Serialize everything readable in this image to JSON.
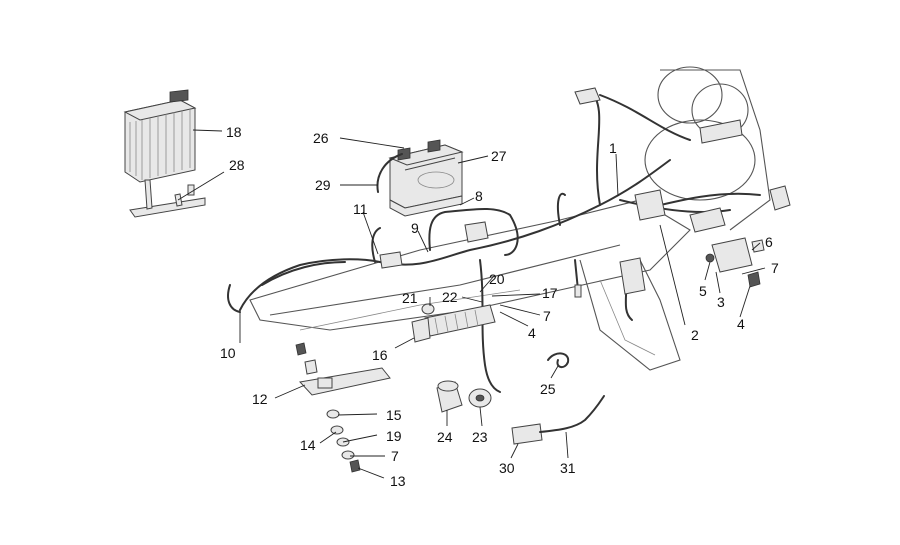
{
  "labels": [
    {
      "id": "1",
      "text": "1"
    },
    {
      "id": "2",
      "text": "2"
    },
    {
      "id": "3",
      "text": "3"
    },
    {
      "id": "4a",
      "text": "4"
    },
    {
      "id": "4b",
      "text": "4"
    },
    {
      "id": "5",
      "text": "5"
    },
    {
      "id": "6",
      "text": "6"
    },
    {
      "id": "7a",
      "text": "7"
    },
    {
      "id": "7b",
      "text": "7"
    },
    {
      "id": "7c",
      "text": "7"
    },
    {
      "id": "8",
      "text": "8"
    },
    {
      "id": "9",
      "text": "9"
    },
    {
      "id": "10",
      "text": "10"
    },
    {
      "id": "11",
      "text": "11"
    },
    {
      "id": "12",
      "text": "12"
    },
    {
      "id": "13",
      "text": "13"
    },
    {
      "id": "14",
      "text": "14"
    },
    {
      "id": "15",
      "text": "15"
    },
    {
      "id": "16",
      "text": "16"
    },
    {
      "id": "17",
      "text": "17"
    },
    {
      "id": "18",
      "text": "18"
    },
    {
      "id": "19",
      "text": "19"
    },
    {
      "id": "20",
      "text": "20"
    },
    {
      "id": "21",
      "text": "21"
    },
    {
      "id": "22",
      "text": "22"
    },
    {
      "id": "23",
      "text": "23"
    },
    {
      "id": "24",
      "text": "24"
    },
    {
      "id": "25",
      "text": "25"
    },
    {
      "id": "26",
      "text": "26"
    },
    {
      "id": "27",
      "text": "27"
    },
    {
      "id": "28",
      "text": "28"
    },
    {
      "id": "29",
      "text": "29"
    },
    {
      "id": "30",
      "text": "30"
    },
    {
      "id": "31",
      "text": "31"
    }
  ]
}
